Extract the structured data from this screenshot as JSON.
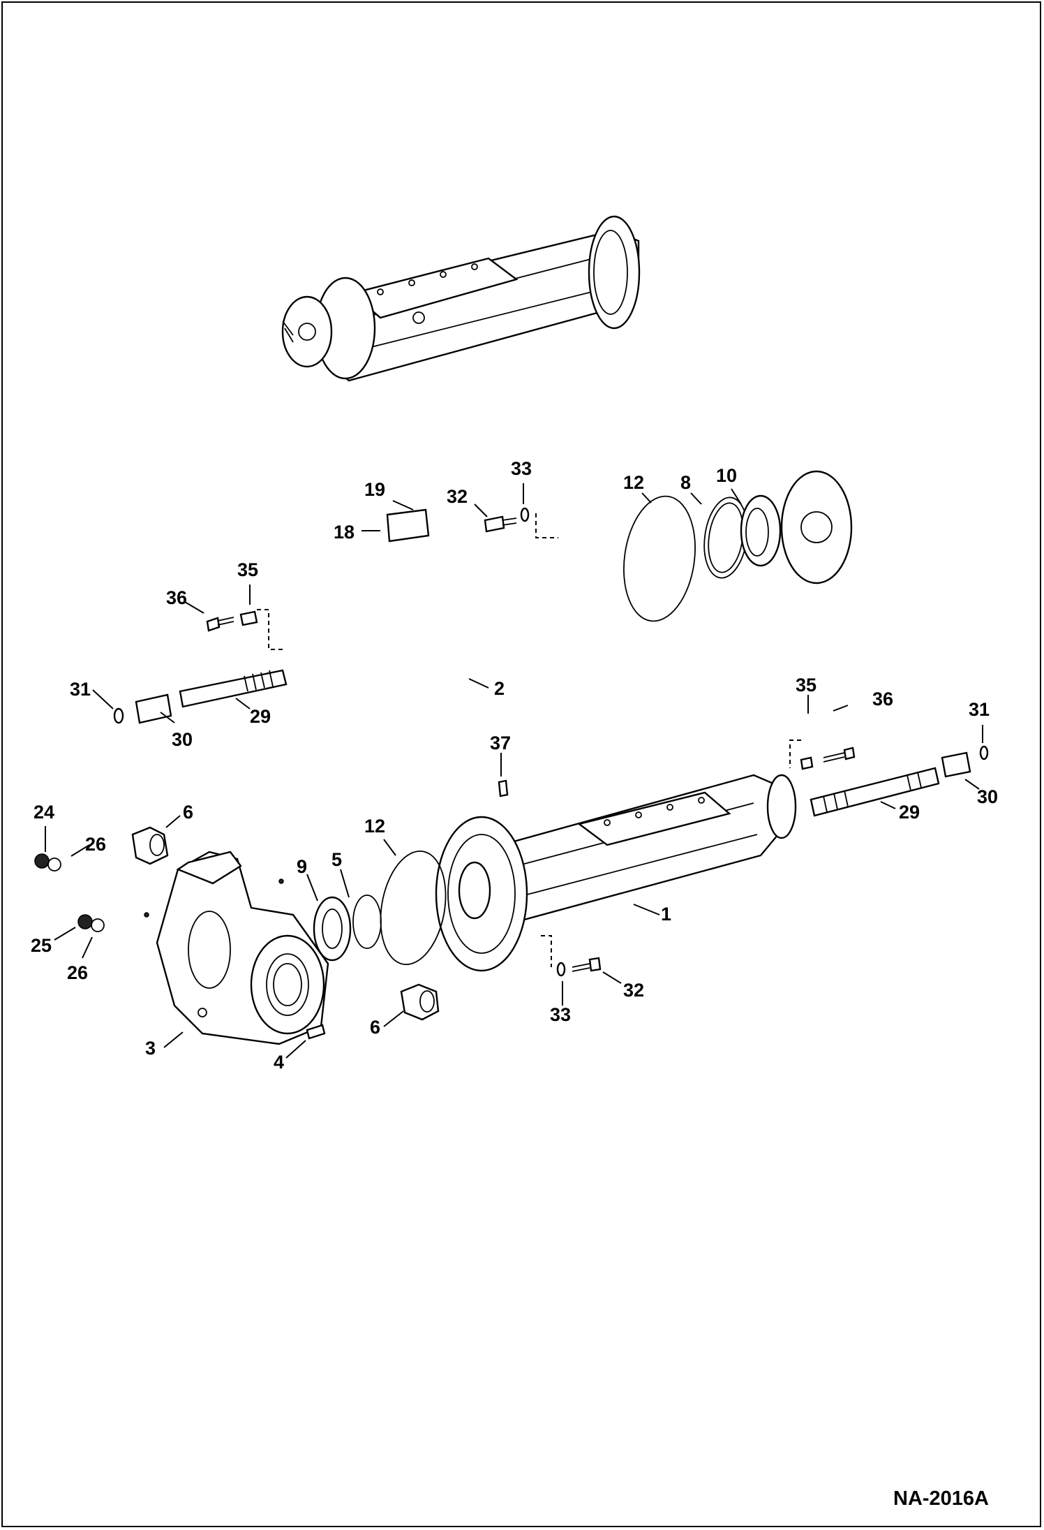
{
  "figure_id": "NA-2016A",
  "callouts": [
    {
      "id": "c19",
      "text": "19"
    },
    {
      "id": "c18",
      "text": "18"
    },
    {
      "id": "c32a",
      "text": "32"
    },
    {
      "id": "c33a",
      "text": "33"
    },
    {
      "id": "c12a",
      "text": "12"
    },
    {
      "id": "c8",
      "text": "8"
    },
    {
      "id": "c10",
      "text": "10"
    },
    {
      "id": "c35a",
      "text": "35"
    },
    {
      "id": "c36a",
      "text": "36"
    },
    {
      "id": "c31a",
      "text": "31"
    },
    {
      "id": "c30a",
      "text": "30"
    },
    {
      "id": "c29a",
      "text": "29"
    },
    {
      "id": "c2",
      "text": "2"
    },
    {
      "id": "c35b",
      "text": "35"
    },
    {
      "id": "c36b",
      "text": "36"
    },
    {
      "id": "c31b",
      "text": "31"
    },
    {
      "id": "c29b",
      "text": "29"
    },
    {
      "id": "c30b",
      "text": "30"
    },
    {
      "id": "c37",
      "text": "37"
    },
    {
      "id": "c24",
      "text": "24"
    },
    {
      "id": "c26a",
      "text": "26"
    },
    {
      "id": "c6a",
      "text": "6"
    },
    {
      "id": "c12b",
      "text": "12"
    },
    {
      "id": "c9",
      "text": "9"
    },
    {
      "id": "c5",
      "text": "5"
    },
    {
      "id": "c1",
      "text": "1"
    },
    {
      "id": "c25",
      "text": "25"
    },
    {
      "id": "c26b",
      "text": "26"
    },
    {
      "id": "c32b",
      "text": "32"
    },
    {
      "id": "c33b",
      "text": "33"
    },
    {
      "id": "c6b",
      "text": "6"
    },
    {
      "id": "c3",
      "text": "3"
    },
    {
      "id": "c4",
      "text": "4"
    }
  ]
}
